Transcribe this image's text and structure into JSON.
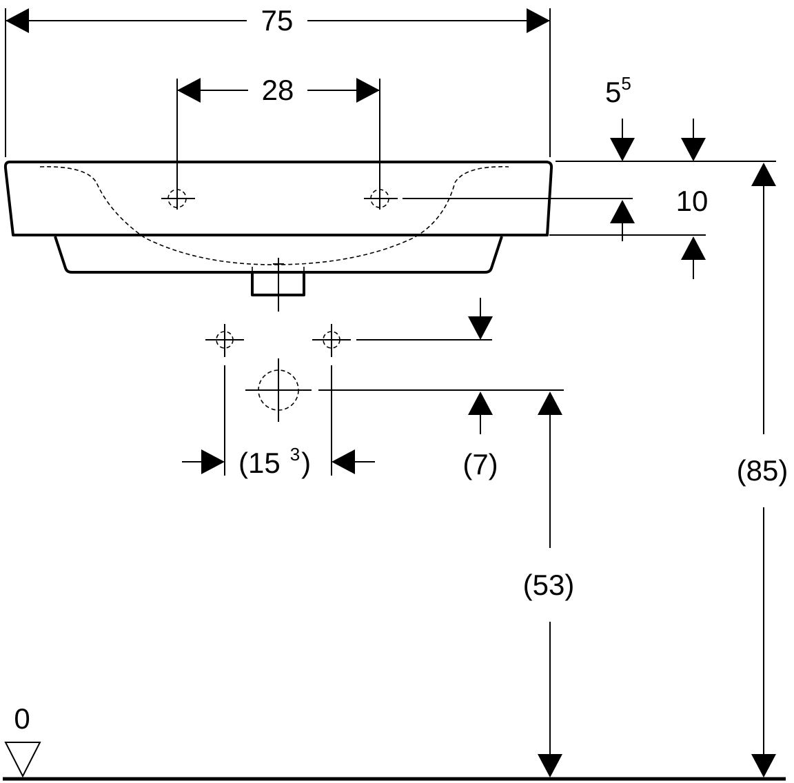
{
  "dimensions": {
    "overall_width": "75",
    "tap_hole_spacing": "28",
    "rim_setback_base": "5",
    "rim_setback_sup": "5",
    "rim_height": "10",
    "supply_spacing_open": "(15",
    "supply_spacing_sup": "3",
    "supply_spacing_close": ")",
    "supply_offset": "(7)",
    "waste_height": "(53)",
    "rim_total_height": "(85)",
    "floor_level": "0"
  }
}
